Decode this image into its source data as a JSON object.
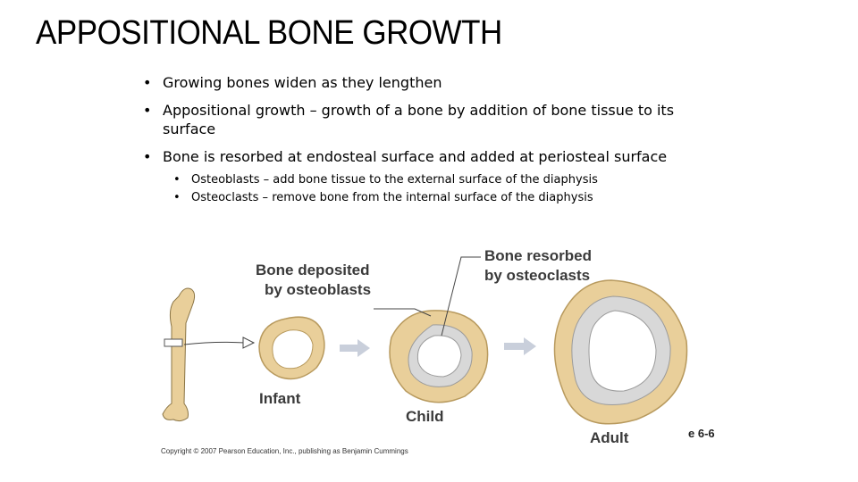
{
  "slide": {
    "title": "APPOSITIONAL BONE GROWTH",
    "bullets": [
      "Growing bones widen as they lengthen",
      "Appositional growth – growth of a bone by addition of bone tissue to its surface",
      "Bone is resorbed at endosteal surface and added at periosteal surface"
    ],
    "sub_bullets": [
      "Osteoblasts – add bone tissue to the external surface of the diaphysis",
      "Osteoclasts – remove bone from the internal surface of the diaphysis"
    ]
  },
  "figure": {
    "label_deposited_line1": "Bone deposited",
    "label_deposited_line2": "by osteoblasts",
    "label_resorbed_line1": "Bone resorbed",
    "label_resorbed_line2": "by osteoclasts",
    "label_infant": "Infant",
    "label_child": "Child",
    "label_adult": "Adult",
    "figure_number": "e 6-6",
    "copyright": "Copyright © 2007 Pearson Education, Inc., publishing as Benjamin Cummings",
    "colors": {
      "bone": "#e9cf9a",
      "bone_edge": "#b89a5e",
      "marrow_ring": "#d8d8d8",
      "arrow": "#c9cfdb"
    }
  }
}
